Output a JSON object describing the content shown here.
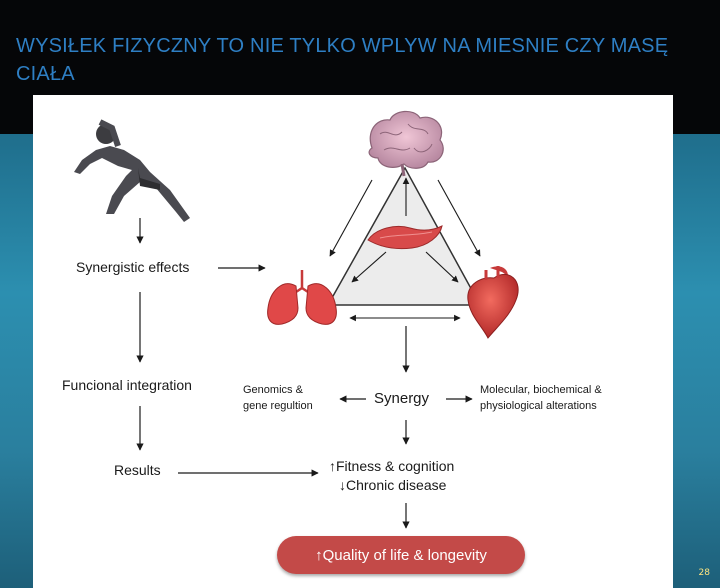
{
  "slide": {
    "title": "WYSIŁEK FIZYCZNY TO NIE TYLKO WPLYW NA MIESNIE CZY MASĘ CIAŁA",
    "page_number": "28"
  },
  "diagram": {
    "synergistic_effects": "Synergistic effects",
    "functional_integration": "Funcional integration",
    "results": "Results",
    "genomics_line1": "Genomics &",
    "genomics_line2": "gene regultion",
    "synergy": "Synergy",
    "molecular_line1": "Molecular, biochemical &",
    "molecular_line2": "physiological alterations",
    "fitness": "↑Fitness & cognition",
    "chronic": "↓Chronic disease",
    "quality": "↑Quality of life & longevity"
  },
  "icons": [
    "runner-icon",
    "brain-icon",
    "muscle-icon",
    "lungs-icon",
    "heart-icon"
  ],
  "colors": {
    "title": "#2e7fc4",
    "pill": "#c34a48",
    "organ": "#e04848",
    "brain": "#d9a3b8"
  }
}
